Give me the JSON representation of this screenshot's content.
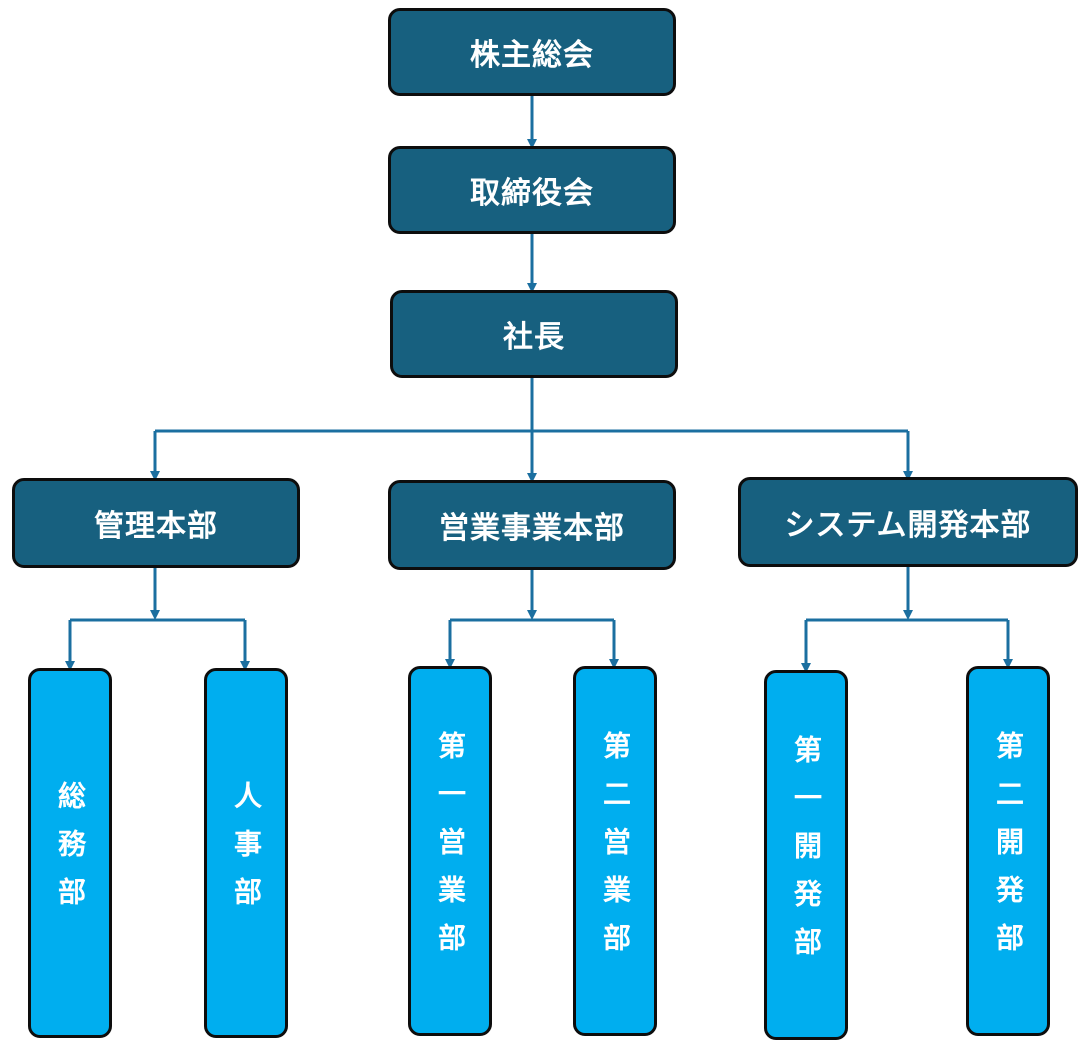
{
  "org": {
    "shareholders": "株主総会",
    "board": "取締役会",
    "president": "社長",
    "divisions": {
      "admin": "管理本部",
      "sales": "営業事業本部",
      "system": "システム開発本部"
    },
    "departments": {
      "general_affairs": "総務部",
      "hr": "人事部",
      "sales1": "第一営業部",
      "sales2": "第二営業部",
      "dev1": "第一開発部",
      "dev2": "第二開発部"
    }
  },
  "colors": {
    "dark_box": "#17607f",
    "light_box": "#00aeef",
    "connector": "#1b6fa0",
    "border": "#0d0d0d"
  }
}
